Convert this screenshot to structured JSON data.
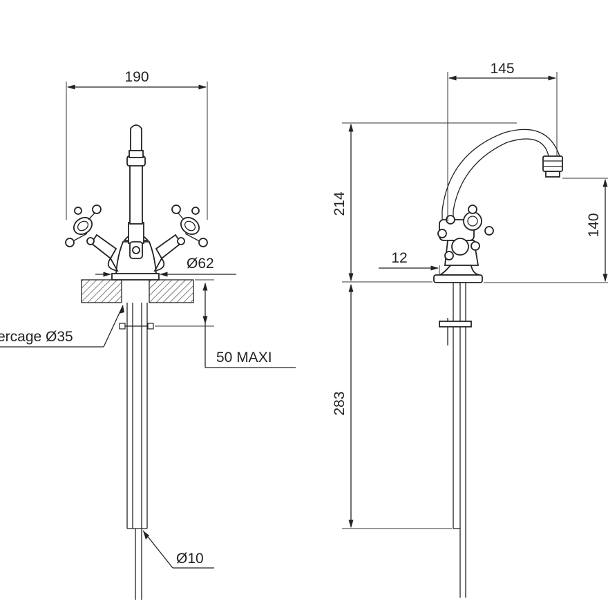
{
  "front_view": {
    "width_label": "190",
    "base_diameter_label": "Ø62",
    "drilling_label": "ercage Ø35",
    "max_thickness_label": "50 MAXI",
    "pipe_diameter_label": "Ø10"
  },
  "side_view": {
    "reach_label": "145",
    "height_label": "214",
    "spout_height_label": "140",
    "base_offset_label": "12",
    "pipe_length_label": "283"
  }
}
